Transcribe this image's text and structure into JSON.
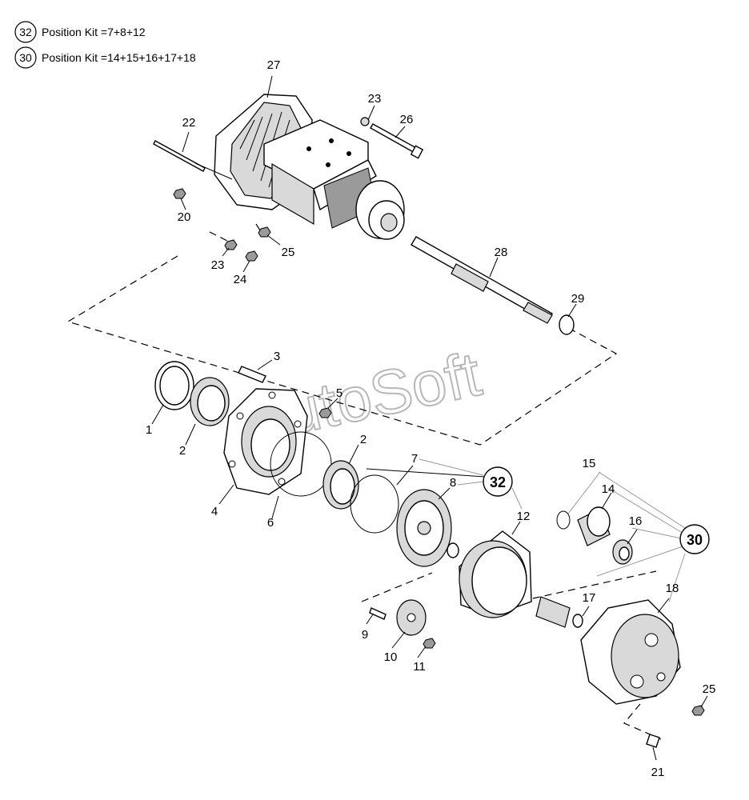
{
  "legend": [
    {
      "badge": "32",
      "text": "Position Kit =7+8+12"
    },
    {
      "badge": "30",
      "text": "Position Kit =14+15+16+17+18"
    }
  ],
  "watermark": "AutoSoft",
  "callouts": {
    "c1": "1",
    "c2a": "2",
    "c2b": "2",
    "c3": "3",
    "c4": "4",
    "c5": "5",
    "c6": "6",
    "c7": "7",
    "c8": "8",
    "c9": "9",
    "c10": "10",
    "c11": "11",
    "c12": "12",
    "c14": "14",
    "c15": "15",
    "c16": "16",
    "c17": "17",
    "c18": "18",
    "c20": "20",
    "c21": "21",
    "c22": "22",
    "c23a": "23",
    "c23b": "23",
    "c24": "24",
    "c25a": "25",
    "c25b": "25",
    "c26": "26",
    "c27": "27",
    "c28": "28",
    "c29": "29"
  },
  "kits": {
    "k32": "32",
    "k30": "30"
  }
}
